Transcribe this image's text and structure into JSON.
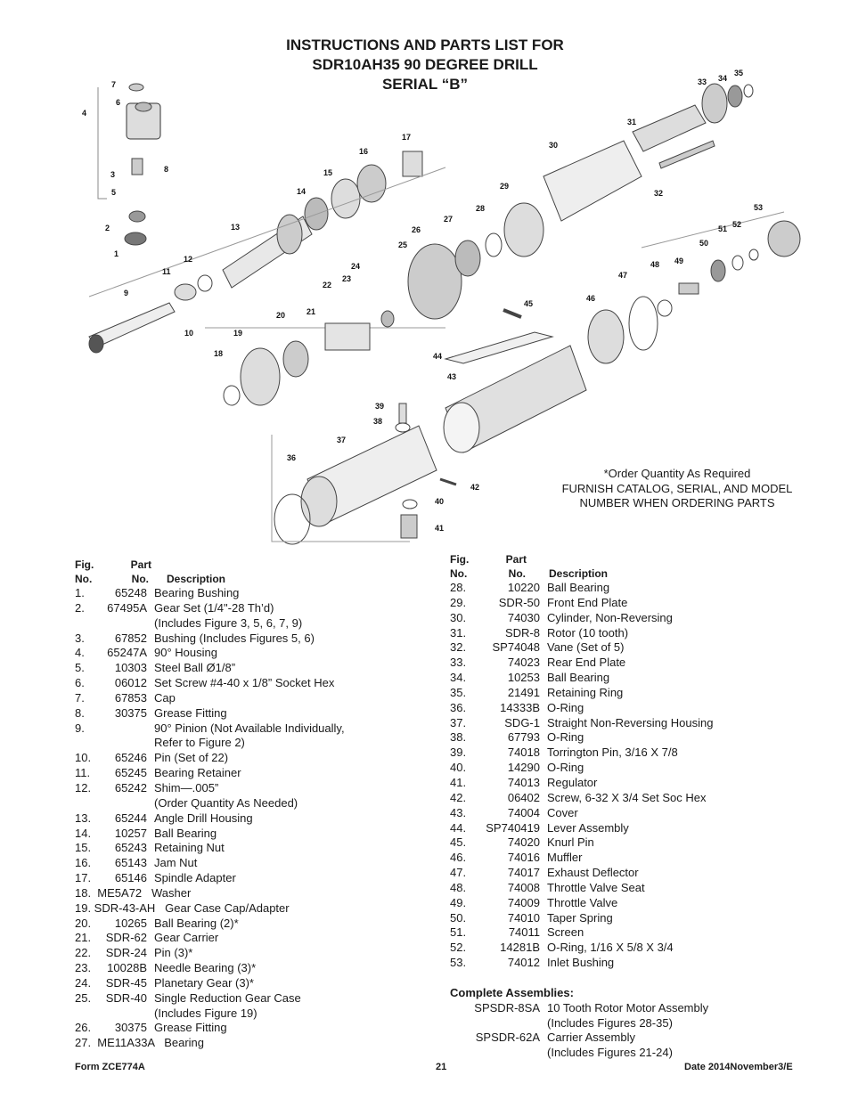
{
  "title": {
    "line1": "INSTRUCTIONS AND PARTS LIST FOR",
    "line2": "SDR10AH35 90 DEGREE DRILL",
    "line3": "SERIAL “B”"
  },
  "note": {
    "line1": "*Order Quantity As Required",
    "line2": "FURNISH CATALOG, SERIAL, AND MODEL",
    "line3": "NUMBER WHEN ORDERING PARTS"
  },
  "diagram_labels": [
    "1",
    "2",
    "3",
    "4",
    "5",
    "6",
    "7",
    "8",
    "9",
    "10",
    "11",
    "12",
    "13",
    "14",
    "15",
    "16",
    "17",
    "18",
    "19",
    "20",
    "21",
    "22",
    "23",
    "24",
    "25",
    "26",
    "27",
    "28",
    "29",
    "30",
    "31",
    "32",
    "33",
    "34",
    "35",
    "36",
    "37",
    "38",
    "39",
    "40",
    "41",
    "42",
    "43",
    "44",
    "45",
    "46",
    "47",
    "48",
    "49",
    "50",
    "51",
    "52",
    "53"
  ],
  "headers": {
    "fig": "Fig.",
    "no": "No.",
    "part": "Part",
    "part_no": "No.",
    "desc": "Description"
  },
  "left_parts": [
    {
      "fig": "1.",
      "part": "65248",
      "desc": "Bearing Bushing"
    },
    {
      "fig": "2.",
      "part": "67495A",
      "desc": "Gear Set (1/4\"-28 Th’d)",
      "desc2": "(Includes Figure 3, 5, 6, 7, 9)"
    },
    {
      "fig": "3.",
      "part": "67852",
      "desc": "Bushing (Includes Figures 5, 6)"
    },
    {
      "fig": "4.",
      "part": "65247A",
      "desc": "90° Housing"
    },
    {
      "fig": "5.",
      "part": "10303",
      "desc": "Steel Ball Ø1/8”"
    },
    {
      "fig": "6.",
      "part": "06012",
      "desc": "Set Screw #4-40 x 1/8” Socket Hex"
    },
    {
      "fig": "7.",
      "part": "67853",
      "desc": "Cap"
    },
    {
      "fig": "8.",
      "part": "30375",
      "desc": "Grease Fitting"
    },
    {
      "fig": "9.",
      "part": "",
      "desc": "90° Pinion (Not Available Individually,",
      "desc2": "Refer to Figure 2)"
    },
    {
      "fig": "10.",
      "part": "65246",
      "desc": "Pin (Set of 22)"
    },
    {
      "fig": "11.",
      "part": "65245",
      "desc": "Bearing Retainer"
    },
    {
      "fig": "12.",
      "part": "65242",
      "desc": "Shim—.005”",
      "desc2": "(Order Quantity As Needed)"
    },
    {
      "fig": "13.",
      "part": "65244",
      "desc": "Angle Drill Housing"
    },
    {
      "fig": "14.",
      "part": "10257",
      "desc": "Ball Bearing"
    },
    {
      "fig": "15.",
      "part": "65243",
      "desc": "Retaining Nut"
    },
    {
      "fig": "16.",
      "part": "65143",
      "desc": "Jam Nut"
    },
    {
      "fig": "17.",
      "part": "65146",
      "desc": "Spindle Adapter"
    }
  ],
  "left_parts_b": [
    {
      "text": "18.  ME5A72   Washer"
    },
    {
      "text": "19. SDR-43-AH   Gear Case Cap/Adapter"
    }
  ],
  "left_parts_c": [
    {
      "fig": "20.",
      "part": "10265",
      "desc": "Ball Bearing (2)*"
    },
    {
      "fig": "21.",
      "part": "SDR-62",
      "desc": "Gear Carrier"
    },
    {
      "fig": "22.",
      "part": "SDR-24",
      "desc": "Pin (3)*"
    },
    {
      "fig": "23.",
      "part": "10028B",
      "desc": "Needle Bearing (3)*"
    },
    {
      "fig": "24.",
      "part": "SDR-45",
      "desc": "Planetary Gear (3)*"
    },
    {
      "fig": "25.",
      "part": "SDR-40",
      "desc": "Single Reduction Gear Case",
      "desc2": "(Includes Figure 19)"
    },
    {
      "fig": "26.",
      "part": "30375",
      "desc": "Grease Fitting"
    }
  ],
  "left_parts_d": [
    {
      "text": "27.  ME11A33A   Bearing"
    }
  ],
  "right_parts": [
    {
      "fig": "28.",
      "part": "10220",
      "desc": "Ball Bearing"
    },
    {
      "fig": "29.",
      "part": "SDR-50",
      "desc": "Front End Plate"
    },
    {
      "fig": "30.",
      "part": "74030",
      "desc": "Cylinder, Non-Reversing"
    },
    {
      "fig": "31.",
      "part": "SDR-8",
      "desc": "Rotor (10 tooth)"
    },
    {
      "fig": "32.",
      "part": "SP74048",
      "desc": "Vane (Set of 5)"
    },
    {
      "fig": "33.",
      "part": "74023",
      "desc": "Rear End Plate"
    },
    {
      "fig": "34.",
      "part": "10253",
      "desc": "Ball Bearing"
    },
    {
      "fig": "35.",
      "part": "21491",
      "desc": "Retaining Ring"
    },
    {
      "fig": "36.",
      "part": "14333B",
      "desc": "O-Ring"
    },
    {
      "fig": "37.",
      "part": "SDG-1",
      "desc": "Straight Non-Reversing Housing"
    },
    {
      "fig": "38.",
      "part": "67793",
      "desc": "O-Ring"
    },
    {
      "fig": "39.",
      "part": "74018",
      "desc": "Torrington Pin, 3/16 X 7/8"
    },
    {
      "fig": "40.",
      "part": "14290",
      "desc": "O-Ring"
    },
    {
      "fig": "41.",
      "part": "74013",
      "desc": "Regulator"
    },
    {
      "fig": "42.",
      "part": "06402",
      "desc": "Screw, 6-32 X 3/4 Set Soc Hex"
    },
    {
      "fig": "43.",
      "part": "74004",
      "desc": "Cover"
    },
    {
      "fig": "44.",
      "part": "SP740419",
      "desc": "Lever Assembly"
    },
    {
      "fig": "45.",
      "part": "74020",
      "desc": "Knurl Pin"
    },
    {
      "fig": "46.",
      "part": "74016",
      "desc": "Muffler"
    },
    {
      "fig": "47.",
      "part": "74017",
      "desc": "Exhaust Deflector"
    },
    {
      "fig": "48.",
      "part": "74008",
      "desc": "Throttle Valve Seat"
    },
    {
      "fig": "49.",
      "part": "74009",
      "desc": "Throttle Valve"
    },
    {
      "fig": "50.",
      "part": "74010",
      "desc": "Taper Spring"
    },
    {
      "fig": "51.",
      "part": "74011",
      "desc": "Screen"
    },
    {
      "fig": "52.",
      "part": "14281B",
      "desc": "O-Ring, 1/16 X 5/8 X 3/4"
    },
    {
      "fig": "53.",
      "part": "74012",
      "desc": "Inlet Bushing"
    }
  ],
  "assemblies": {
    "heading": "Complete Assemblies:",
    "items": [
      {
        "part": "SPSDR-8SA",
        "desc": "10 Tooth Rotor Motor Assembly",
        "desc2": "(Includes Figures 28-35)"
      },
      {
        "part": "SPSDR-62A",
        "desc": "Carrier Assembly",
        "desc2": "(Includes Figures 21-24)"
      }
    ]
  },
  "footer": {
    "form": "Form ZCE774A",
    "page": "21",
    "date": "Date 2014November3/E"
  }
}
